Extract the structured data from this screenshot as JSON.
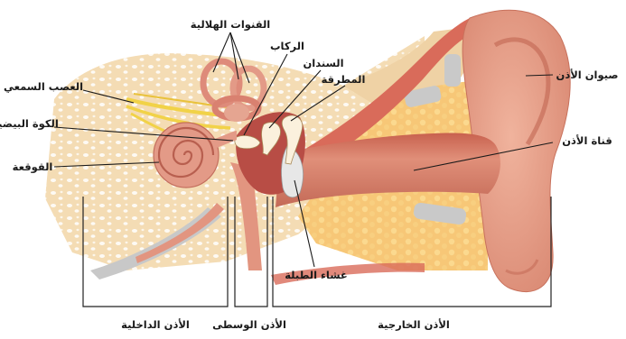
{
  "labels": {
    "semicircular_canals": "القنوات الهلالية",
    "stapes": "الركاب",
    "incus": "السندان",
    "malleus": "المطرقة",
    "auditory_nerve": "العصب السمعي",
    "oval_window": "الكوة البيضية",
    "cochlea": "القوقعة",
    "pinna": "صيوان الأذن",
    "ear_canal": "قناة الأذن",
    "eardrum": "غشاء الطبلة",
    "inner_ear": "الأذن الداخلية",
    "middle_ear": "الأذن الوسطى",
    "outer_ear": "الأذن الخارجية"
  },
  "colors": {
    "bone": "#f4dcb4",
    "bone_pore": "#ffffff",
    "flesh": "#e8987f",
    "flesh_dark": "#c8614e",
    "canal": "#de8572",
    "fat": "#f7c777",
    "cartilage": "#c9c9c9",
    "nerve": "#f1d248"
  }
}
